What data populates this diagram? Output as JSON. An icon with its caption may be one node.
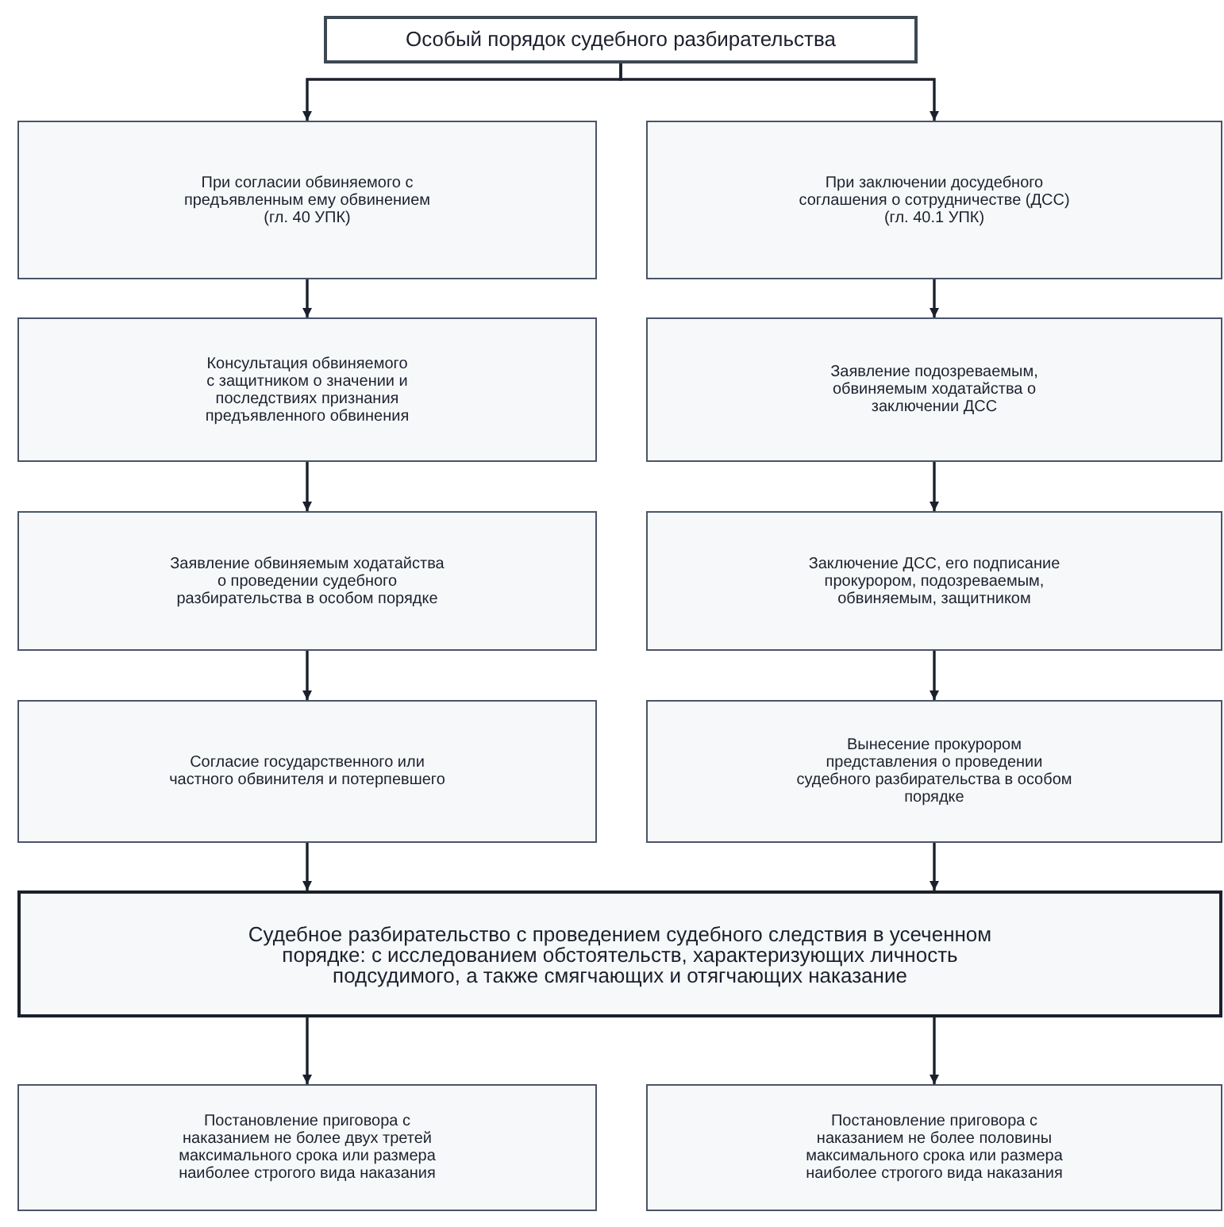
{
  "diagram": {
    "nodes": [
      {
        "text": [
          "Особый порядок судебного разбирательства"
        ]
      },
      {
        "text": [
          "При согласии обвиняемого с предъявленным ему обвинением (гл. 40 УПК)"
        ]
      },
      {
        "text": [
          "При заключении досудебного соглашения о сотрудничестве (ДСС) (гл. 40.1 УПК)"
        ]
      },
      {
        "text": [
          "Консультация обвиняемого с защитником о значении и последствиях признания предъявленного обвинения"
        ]
      },
      {
        "text": [
          "Заявление подозреваемым, обвиняемым ходатайства о заключении ДСС"
        ]
      },
      {
        "text": [
          "Заявление обвиняемым ходатайства о проведении судебного разбирательства в особом порядке"
        ]
      },
      {
        "text": [
          "Заключение ДСС, его подписание прокурором, подозреваемым, обвиняемым, защитником"
        ]
      },
      {
        "text": [
          "Согласие государственного или частного обвинителя и потерпевшего"
        ]
      },
      {
        "text": [
          "Вынесение прокурором представления о проведении судебного разбирательства в особом порядке"
        ]
      },
      {
        "text": [
          "Судебное разбирательство с проведением судебного следствия в усеченном порядке: с исследованием обстоятельств, характеризующих личность подсудимого, а также смягчающих и отягчающих наказание"
        ]
      },
      {
        "text": [
          "Постановление приговора с наказанием не более двух третей максимального срока или размера наиболее строгого вида наказания"
        ]
      },
      {
        "text": [
          "Постановление приговора с наказанием не более половины максимального срока или размера наиболее строгого вида наказания"
        ]
      }
    ],
    "edges": [
      {
        "from": 0,
        "to": 1,
        "arrow": "to"
      },
      {
        "from": 0,
        "to": 2,
        "arrow": "to"
      },
      {
        "from": 1,
        "to": 3,
        "arrow": "to"
      },
      {
        "from": 3,
        "to": 5,
        "arrow": "to"
      },
      {
        "from": 5,
        "to": 7,
        "arrow": "to"
      },
      {
        "from": 7,
        "to": 9,
        "arrow": "to"
      },
      {
        "from": 2,
        "to": 4,
        "arrow": "to"
      },
      {
        "from": 4,
        "to": 6,
        "arrow": "to"
      },
      {
        "from": 6,
        "to": 8,
        "arrow": "to"
      },
      {
        "from": 8,
        "to": 9,
        "arrow": "to"
      },
      {
        "from": 9,
        "to": 10,
        "arrow": "to"
      },
      {
        "from": 9,
        "to": 11,
        "arrow": "to"
      }
    ]
  }
}
